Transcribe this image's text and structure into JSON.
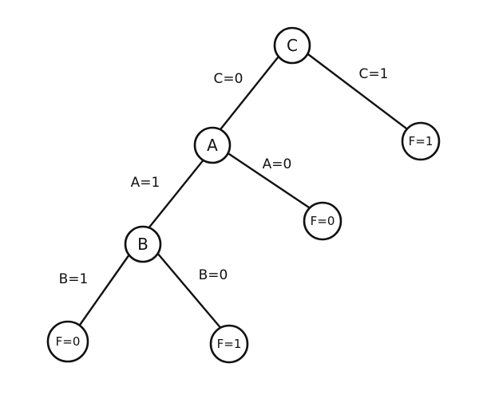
{
  "tree": {
    "nodes": {
      "c": "C",
      "a": "A",
      "b": "B",
      "leaf_c1": "F=1",
      "leaf_a0": "F=0",
      "leaf_b1": "F=0",
      "leaf_b0": "F=1"
    },
    "edges": {
      "c0": "C=0",
      "c1": "C=1",
      "a1": "A=1",
      "a0": "A=0",
      "b1": "B=1",
      "b0": "B=0"
    }
  }
}
